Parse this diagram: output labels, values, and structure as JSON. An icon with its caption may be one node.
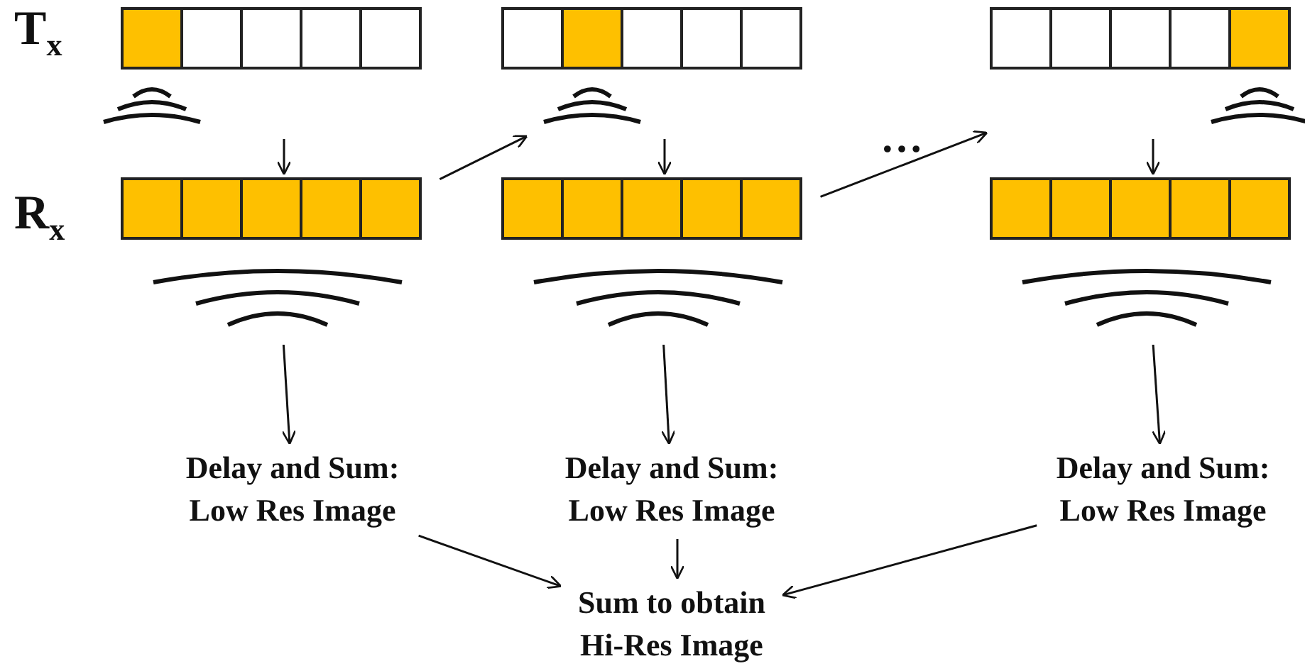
{
  "diagram": {
    "nodes": [
      {
        "text": [],
        "shape": "bar"
      },
      {
        "text": [],
        "shape": "bar"
      },
      {
        "text": [],
        "shape": "bar"
      },
      {
        "text": [],
        "shape": "bar"
      },
      {
        "text": [],
        "shape": "bar"
      },
      {
        "text": [],
        "shape": "bar"
      },
      {
        "text": [
          "Delay and Sum: Low Res Image"
        ]
      },
      {
        "text": [
          "Delay and Sum: Low Res Image"
        ]
      },
      {
        "text": [
          "Delay and Sum: Low Res Image"
        ]
      },
      {
        "text": [
          "Sum to obtain Hi-Res Image"
        ]
      }
    ],
    "edges": [
      {
        "from": 0,
        "to": 3,
        "arrow": "to"
      },
      {
        "from": 3,
        "to": 1,
        "arrow": "to"
      },
      {
        "from": 1,
        "to": 4,
        "arrow": "to"
      },
      {
        "from": 4,
        "to": 2,
        "arrow": "to",
        "label": "…"
      },
      {
        "from": 2,
        "to": 5,
        "arrow": "to"
      },
      {
        "from": 3,
        "to": 6,
        "arrow": "to"
      },
      {
        "from": 4,
        "to": 7,
        "arrow": "to"
      },
      {
        "from": 5,
        "to": 8,
        "arrow": "to"
      },
      {
        "from": 6,
        "to": 9,
        "arrow": "to"
      },
      {
        "from": 7,
        "to": 9,
        "arrow": "to"
      },
      {
        "from": 8,
        "to": 9,
        "arrow": "to"
      }
    ],
    "labels": [
      "T$_{x}$",
      "R$_{x}$"
    ]
  }
}
